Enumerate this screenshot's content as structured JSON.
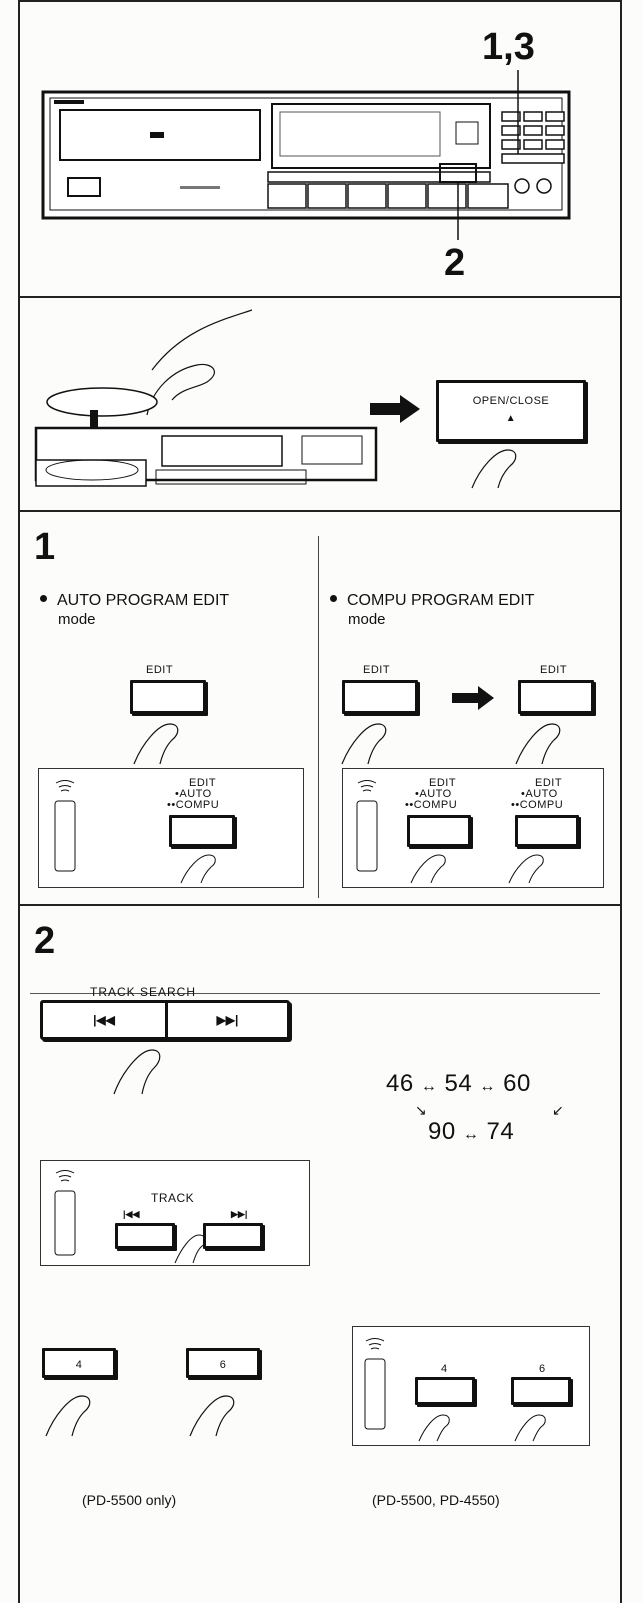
{
  "panel_player": {
    "label_13": "1,3",
    "label_2": "2"
  },
  "panel_load": {
    "open_close_label": "OPEN/CLOSE",
    "eject_symbol": "▲"
  },
  "step1": {
    "number": "1",
    "auto_mode": {
      "title": "AUTO PROGRAM EDIT",
      "subtitle": "mode",
      "edit_label": "EDIT",
      "remote": {
        "edit": "EDIT",
        "auto": "AUTO",
        "compu": "COMPU"
      }
    },
    "compu_mode": {
      "title": "COMPU PROGRAM EDIT",
      "subtitle": "mode",
      "edit_label_a": "EDIT",
      "edit_label_b": "EDIT",
      "remote_a": {
        "edit": "EDIT",
        "auto": "AUTO",
        "compu": "COMPU"
      },
      "remote_b": {
        "edit": "EDIT",
        "auto": "AUTO",
        "compu": "COMPU"
      }
    }
  },
  "step2": {
    "number": "2",
    "track_search_label": "TRACK SEARCH",
    "remote_track_label": "TRACK",
    "cycle": {
      "a": "46",
      "b": "54",
      "c": "60",
      "d": "90",
      "e": "74",
      "arrow": "↔"
    }
  },
  "numeric": {
    "key4": "4",
    "key6": "6",
    "remote_key4": "4",
    "remote_key6": "6",
    "caption_left": "(PD-5500 only)",
    "caption_right": "(PD-5500, PD-4550)"
  }
}
